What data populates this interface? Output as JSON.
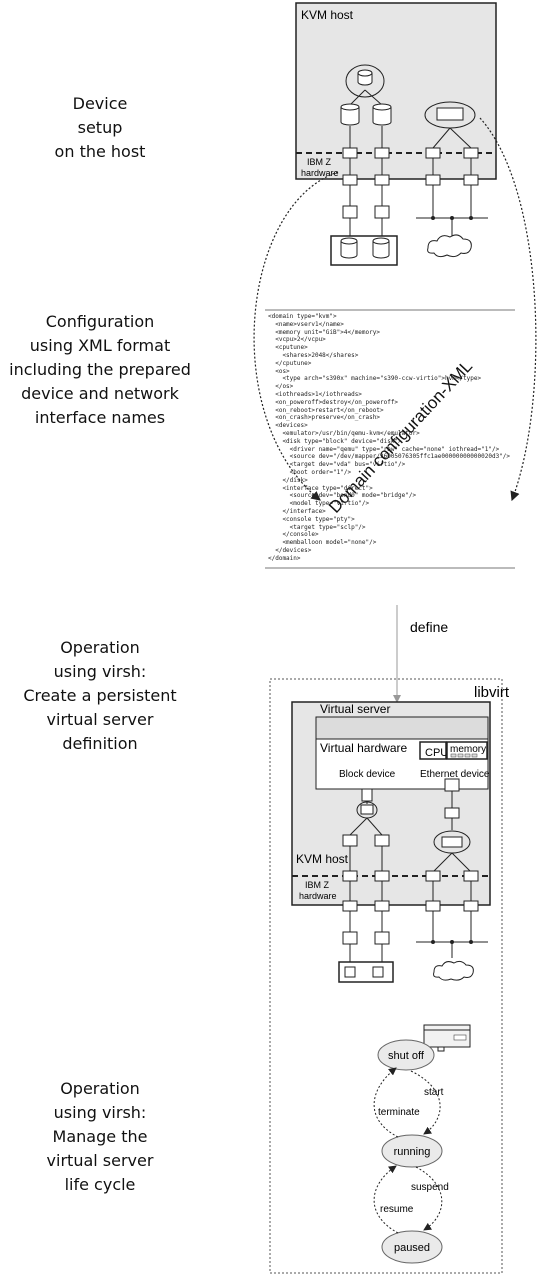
{
  "labels": {
    "setup": "Device\nsetup\non the host",
    "config": "Configuration\nusing XML format\nincluding the prepared\ndevice and network\ninterface names",
    "define_op": "Operation\nusing virsh:\nCreate a persistent\nvirtual server\ndefinition",
    "lifecycle_op": "Operation\nusing virsh:\nManage the\nvirtual server\nlife cycle"
  },
  "top_diagram": {
    "kvm_host": "KVM host",
    "hardware": "IBM Z\nhardware"
  },
  "xml": {
    "overlay": "Domain configuration-XML",
    "lines": [
      "<domain type=\"kvm\">",
      "  <name>vserv1</name>",
      "  <memory unit=\"GiB\">4</memory>",
      "  <vcpu>2</vcpu>",
      "  <cputune>",
      "    <shares>2048</shares>",
      "  </cputune>",
      "  <os>",
      "    <type arch=\"s390x\" machine=\"s390-ccw-virtio\">hvm</type>",
      "  </os>",
      "  <iothreads>1</iothreads>",
      "  <on_poweroff>destroy</on_poweroff>",
      "  <on_reboot>restart</on_reboot>",
      "  <on_crash>preserve</on_crash>",
      "  <devices>",
      "    <emulator>/usr/bin/qemu-kvm</emulator>",
      "    <disk type=\"block\" device=\"disk\">",
      "      <driver name=\"qemu\" type=\"raw\" cache=\"none\" iothread=\"1\"/>",
      "      <source dev=\"/dev/mapper/36005076305ffc1ae00000000000020d3\"/>",
      "      <target dev=\"vda\" bus=\"virtio\"/>",
      "      <boot order=\"1\"/>",
      "    </disk>",
      "    <interface type=\"direct\">",
      "      <source dev=\"bond0\" mode=\"bridge\"/>",
      "      <model type=\"virtio\"/>",
      "    </interface>",
      "    <console type=\"pty\">",
      "      <target type=\"sclp\"/>",
      "    </console>",
      "    <memballoon model=\"none\"/>",
      "  </devices>",
      "</domain>"
    ]
  },
  "define_label": "define",
  "libvirt": {
    "title": "libvirt",
    "virtual_server": "Virtual server",
    "virtual_hardware": "Virtual hardware",
    "cpu": "CPU",
    "memory": "memory",
    "block_device": "Block device",
    "ethernet_device": "Ethernet device",
    "kvm_host": "KVM host",
    "hardware": "IBM Z\nhardware"
  },
  "lifecycle": {
    "states": [
      "shut off",
      "running",
      "paused"
    ],
    "transitions": [
      "start",
      "terminate",
      "suspend",
      "resume"
    ]
  }
}
